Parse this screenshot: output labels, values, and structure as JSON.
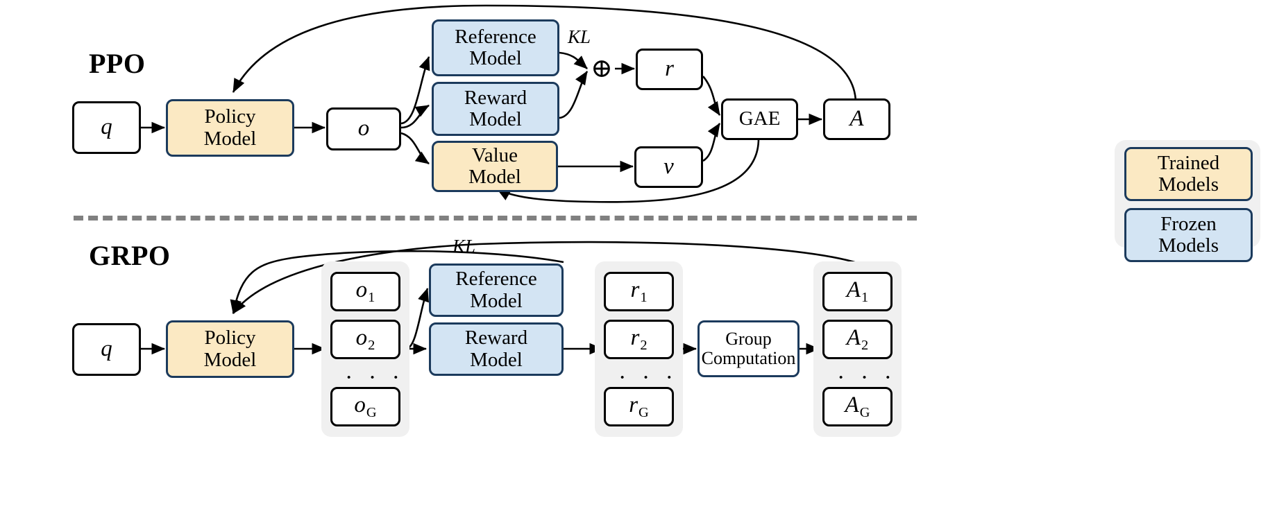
{
  "figure": {
    "title": "PPO vs GRPO reinforcement learning pipelines",
    "background": "#ffffff"
  },
  "colors": {
    "trained_fill": "#fbe9c3",
    "frozen_fill": "#d3e4f3",
    "model_border": "#1b3a5c",
    "plain_border": "#000000",
    "group_panel": "#f0f0f0",
    "divider": "#808080"
  },
  "ppo": {
    "title": "PPO",
    "nodes": {
      "query": "q",
      "policy_model": "Policy\nModel",
      "output": "o",
      "reference_model": "Reference\nModel",
      "reward_model": "Reward\nModel",
      "value_model": "Value\nModel",
      "reward": "r",
      "value": "v",
      "gae": "GAE",
      "advantage": "A"
    },
    "labels": {
      "kl": "KL",
      "oplus": "⊕"
    }
  },
  "grpo": {
    "title": "GRPO",
    "nodes": {
      "query": "q",
      "policy_model": "Policy\nModel",
      "reference_model": "Reference\nModel",
      "reward_model": "Reward\nModel",
      "group_computation": "Group\nComputation"
    },
    "labels": {
      "kl": "KL",
      "ellipsis": "· · ·"
    },
    "outputs": [
      {
        "sym": "o",
        "sub": "1"
      },
      {
        "sym": "o",
        "sub": "2"
      },
      {
        "sym": "o",
        "sub": "G"
      }
    ],
    "rewards": [
      {
        "sym": "r",
        "sub": "1"
      },
      {
        "sym": "r",
        "sub": "2"
      },
      {
        "sym": "r",
        "sub": "G"
      }
    ],
    "advantages": [
      {
        "sym": "A",
        "sub": "1"
      },
      {
        "sym": "A",
        "sub": "2"
      },
      {
        "sym": "A",
        "sub": "G"
      }
    ]
  },
  "legend": {
    "items": [
      {
        "label": "Trained\nModels",
        "style": "trained"
      },
      {
        "label": "Frozen\nModels",
        "style": "frozen"
      }
    ]
  }
}
